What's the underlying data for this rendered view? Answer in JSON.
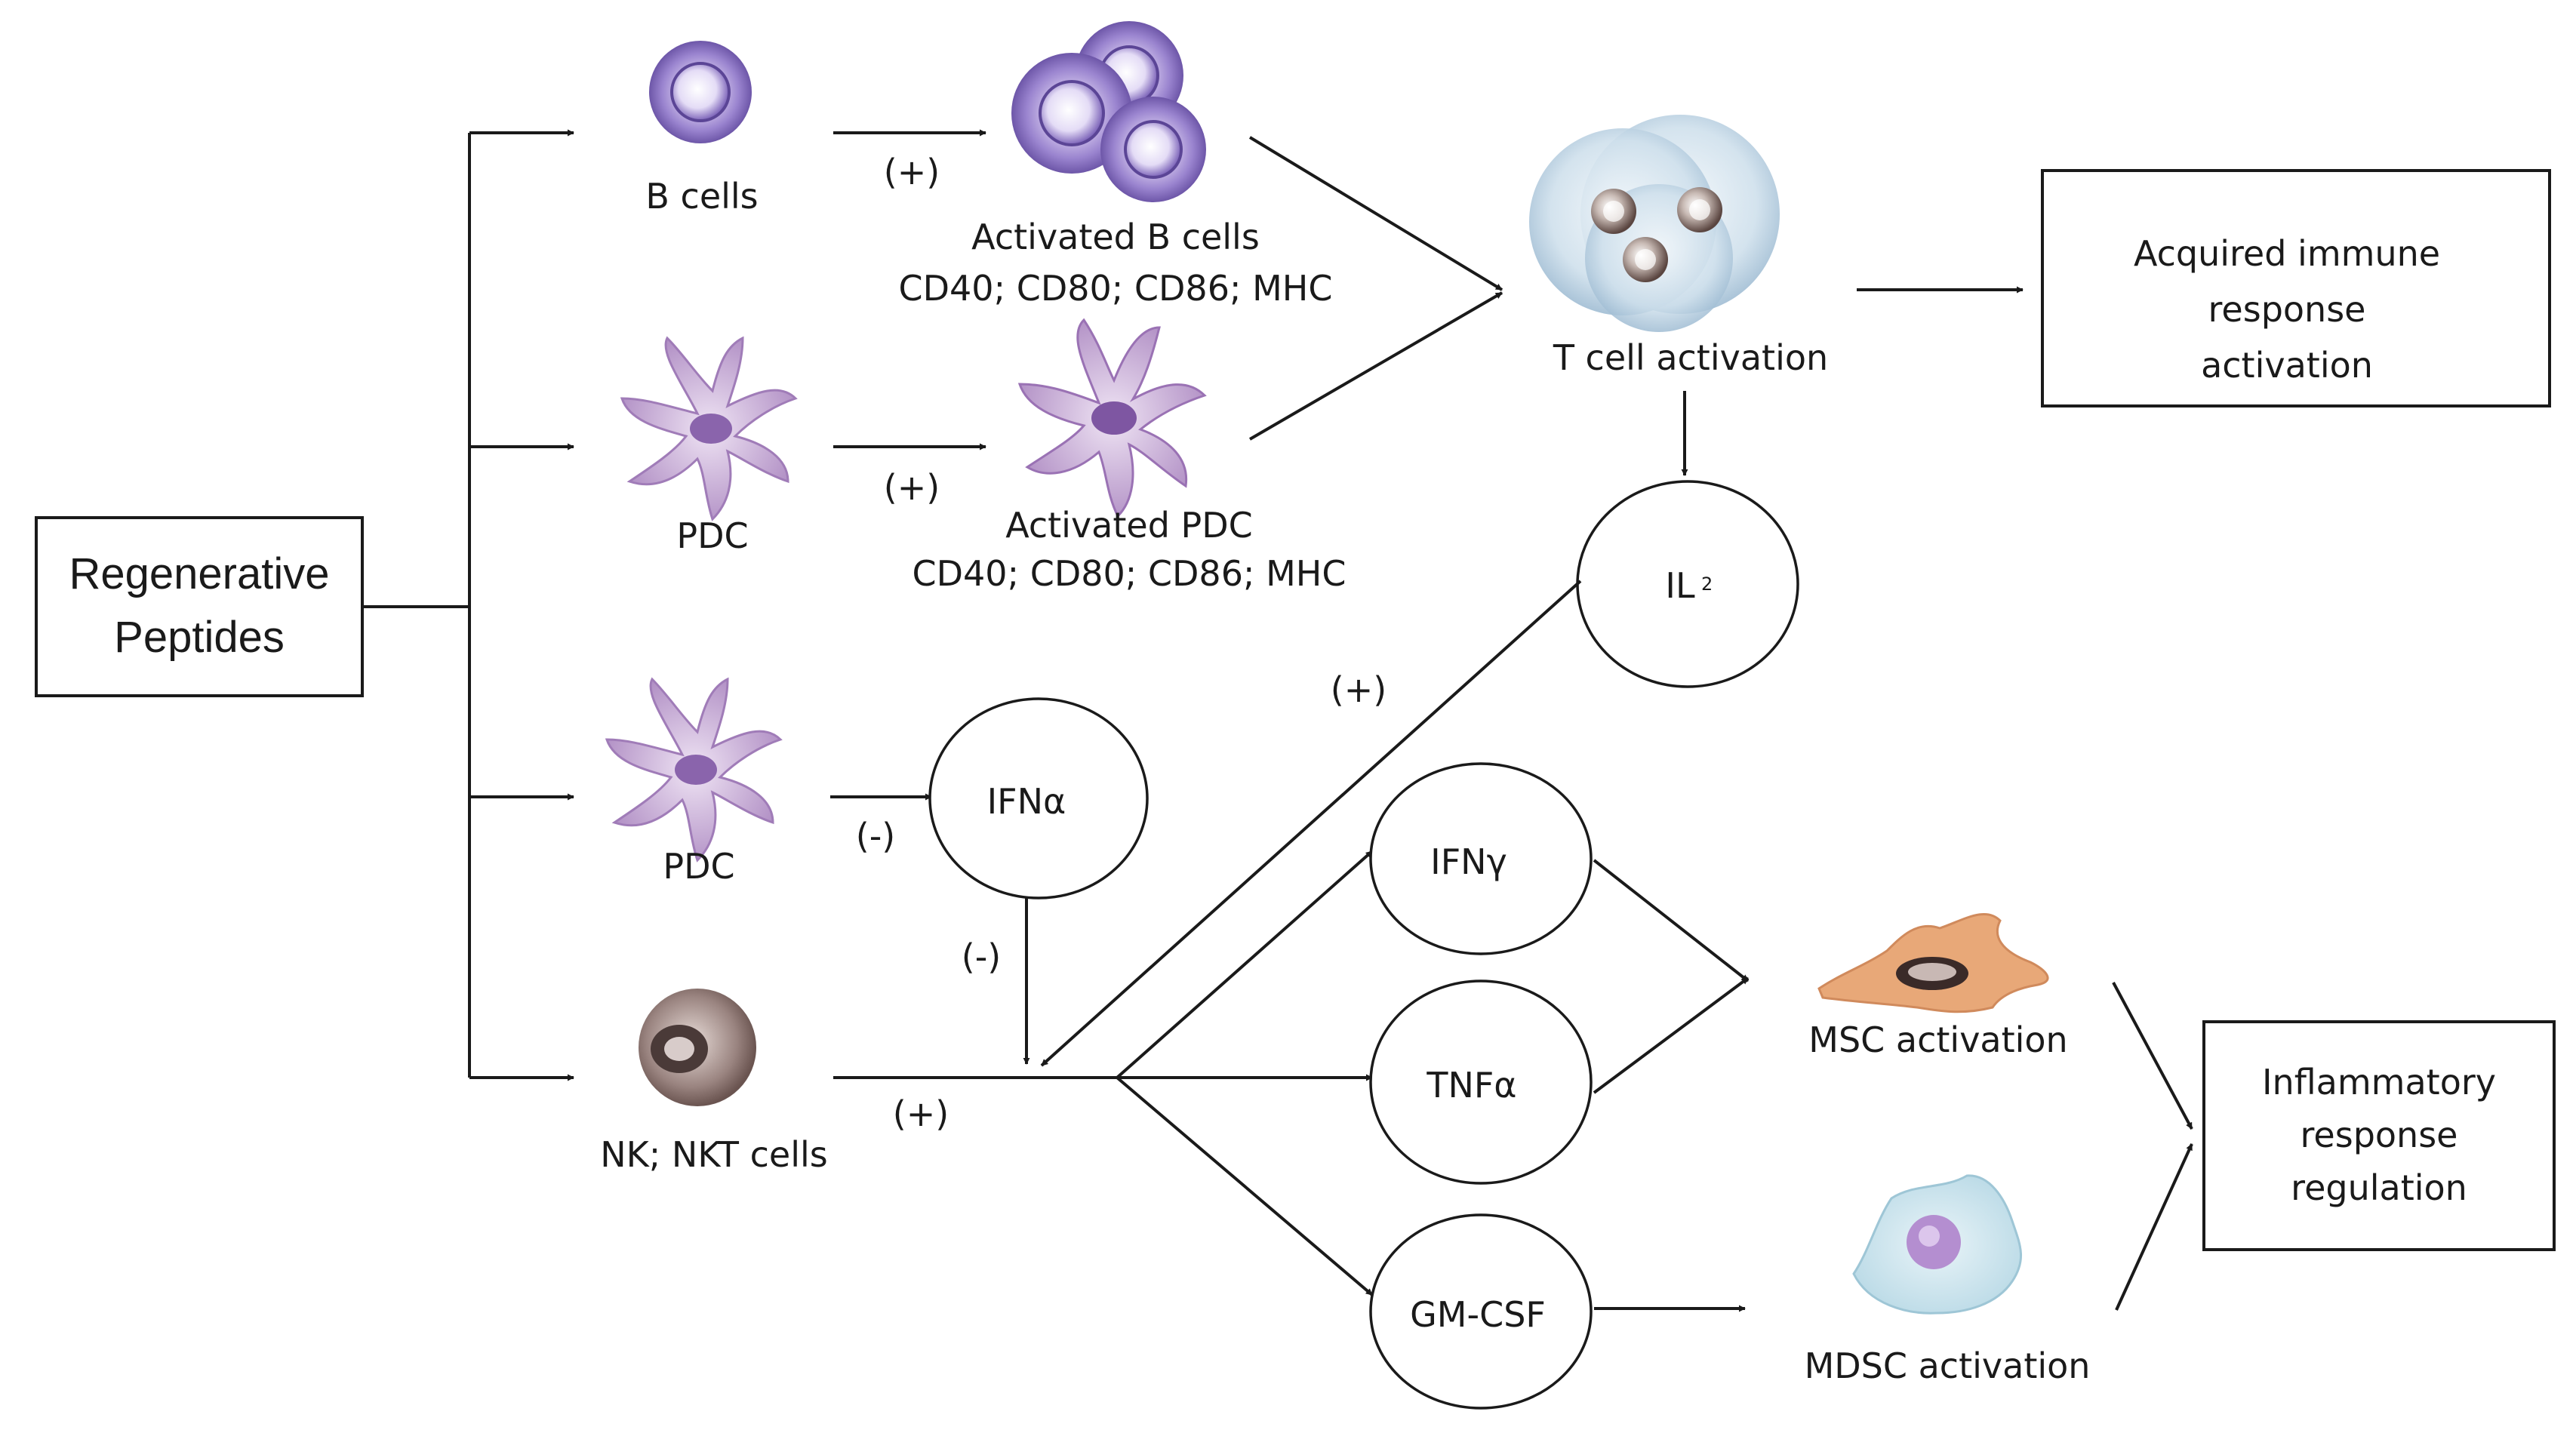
{
  "boxes": {
    "regenerative_peptides": "Regenerative Peptides",
    "acquired_immune": "Acquired immune response activation",
    "inflammatory": "Inflammatory response regulation"
  },
  "cells": {
    "b_cells": "B cells",
    "activated_b_cells": "Activated B cells",
    "activated_b_markers": "CD40; CD80; CD86; MHC",
    "pdc_top": "PDC",
    "activated_pdc": "Activated PDC",
    "activated_pdc_markers": "CD40; CD80; CD86; MHC",
    "pdc_bottom": "PDC",
    "nk_nkt": "NK; NKT cells",
    "t_cell_activation": "T cell activation",
    "msc_activation": "MSC activation",
    "mdsc_activation": "MDSC activation"
  },
  "cytokines": {
    "il2": "IL",
    "il2_sub": "2",
    "ifn_alpha": "IFNα",
    "ifn_gamma": "IFNγ",
    "tnf_alpha": "TNFα",
    "gm_csf": "GM-CSF"
  },
  "signs": {
    "b_plus": "(+)",
    "pdc_plus": "(+)",
    "il2_plus": "(+)",
    "ifna_minus_left": "(-)",
    "ifna_minus_down": "(-)",
    "nk_plus": "(+)"
  },
  "colors": {
    "b_cell": "#8e74c4",
    "pdc": "#b08ec4",
    "t_cell": "#c9dbe8",
    "nk_cell": "#8a7370",
    "msc": "#e8a878",
    "mdsc": "#cfe6ef",
    "stroke": "#1a1a1a"
  }
}
